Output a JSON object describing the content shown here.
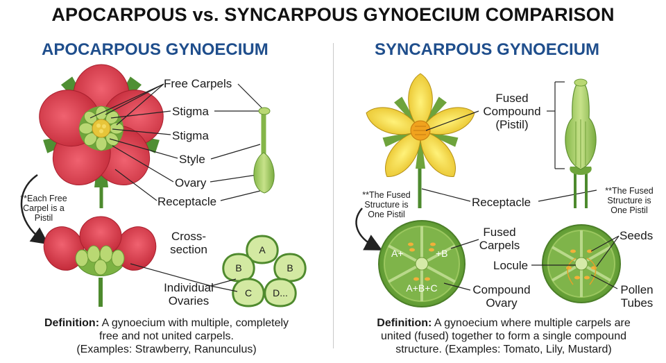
{
  "title": "APOCARPOUS vs. SYNCARPOUS GYNOECIUM COMPARISON",
  "apocarpous": {
    "heading": "APOCARPOUS GYNOECIUM",
    "labels": {
      "free_carpels": "Free Carpels",
      "stigma_1": "Stigma",
      "stigma_2": "Stigma",
      "style": "Style",
      "ovary": "Ovary",
      "receptacle": "Receptacle",
      "cross_section_1": "Cross-",
      "cross_section_2": "section",
      "individual_1": "Individual",
      "individual_2": "Ovaries"
    },
    "note": [
      "**Each Free",
      "Carpel is a",
      "Pistil"
    ],
    "carpel_letters": [
      "A",
      "B",
      "B",
      "C",
      "D..."
    ],
    "definition": {
      "term": "Definition:",
      "text": " A gynoecium with multiple, completely",
      "line2": "free and not united carpels.",
      "line3": "(Examples: Strawberry, Ranunculus)"
    }
  },
  "syncarpous": {
    "heading": "SYNCARPOUS GYNOECIUM",
    "labels": {
      "fused_1": "Fused",
      "fused_2": "Compound",
      "fused_3": "(Pistil)",
      "receptacle": "Receptacle",
      "fused_carpels_1": "Fused",
      "fused_carpels_2": "Carpels",
      "locule": "Locule",
      "compound_ovary_1": "Compound",
      "compound_ovary_2": "Ovary",
      "seeds": "Seeds",
      "pollen_1": "Pollen",
      "pollen_2": "Tubes"
    },
    "note_left": [
      "**The Fused",
      "Structure is",
      "One Pistil"
    ],
    "note_right": [
      "**The Fused",
      "Structure is",
      "One Pistil"
    ],
    "ovary_letters": [
      "A+",
      "+B",
      "A+B+C"
    ],
    "definition": {
      "term": "Definition:",
      "text": " A gynoecium where multiple carpels are",
      "line2": "united (fused) together to form a single compound",
      "line3": "structure. (Examples: Tomato, Lily, Mustard)"
    }
  },
  "colors": {
    "heading_blue": "#1f4e8c",
    "petal_red": "#d93c4a",
    "petal_yellow": "#f2d43a",
    "leaf_green": "#5e9a3a",
    "ovary_green": "#9cc65a"
  }
}
